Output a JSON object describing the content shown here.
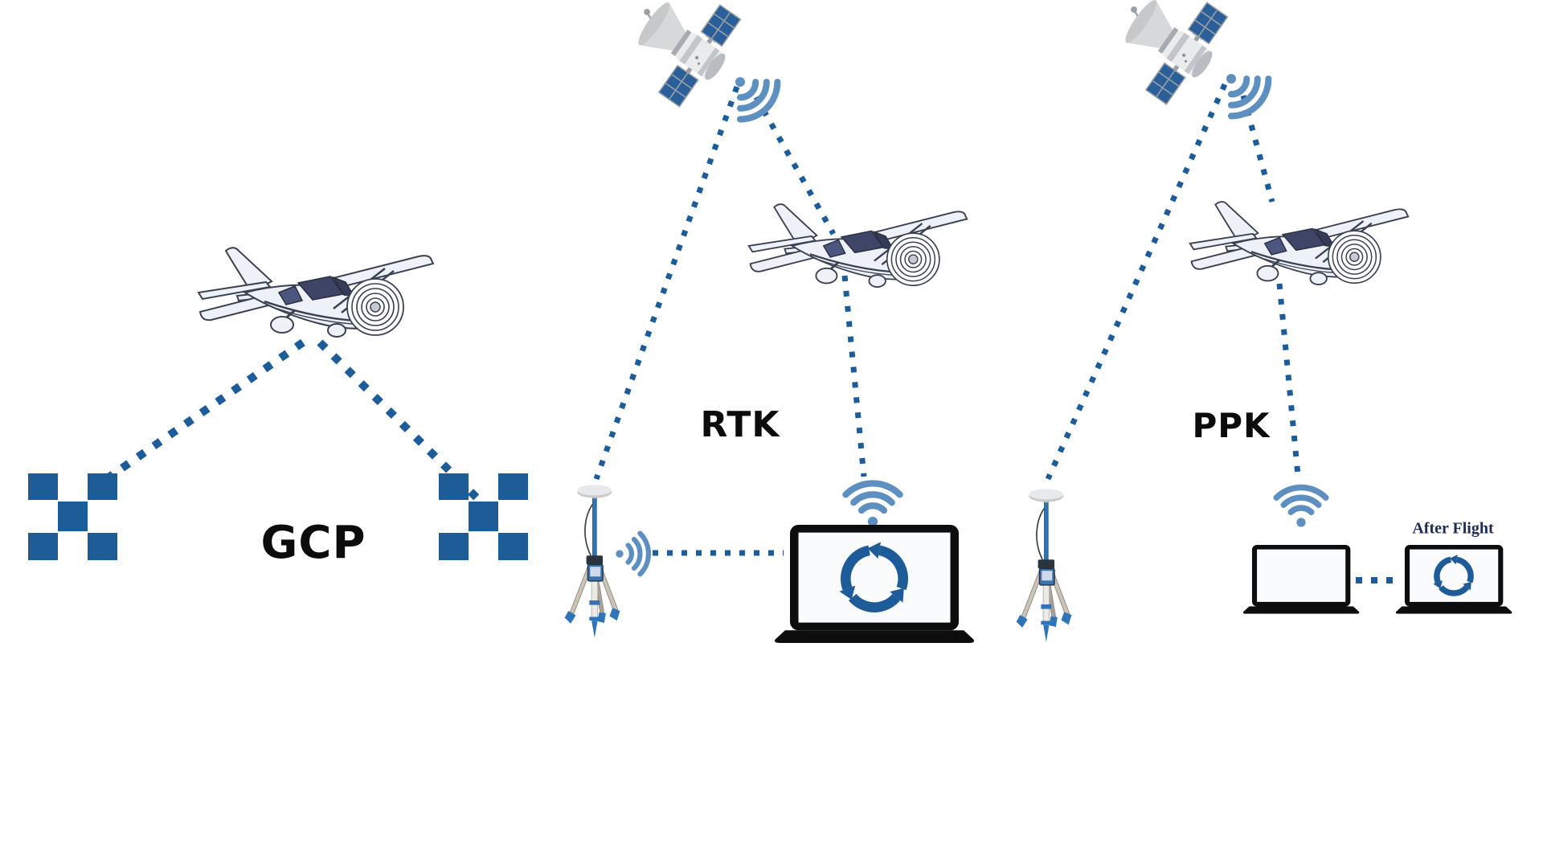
{
  "diagram": {
    "sections": [
      {
        "id": "gcp",
        "label": "GCP"
      },
      {
        "id": "rtk",
        "label": "RTK"
      },
      {
        "id": "ppk",
        "label": "PPK",
        "annotation": "After Flight"
      }
    ],
    "colors": {
      "line_blue": "#1d5c9b",
      "wifi_blue": "#5e8fc1",
      "marker_blue": "#1e5c97",
      "panel_blue": "#2b5f99",
      "sync_blue": "#1d5b99",
      "label_color": "#0c0c0c",
      "after_flight_color": "#1e2c52"
    },
    "icons": [
      "airplane-icon",
      "satellite-icon",
      "gcp-checkerboard-marker-icon",
      "gnss-base-station-tripod-icon",
      "wifi-signal-icon",
      "laptop-icon",
      "sync-arrows-icon"
    ]
  }
}
